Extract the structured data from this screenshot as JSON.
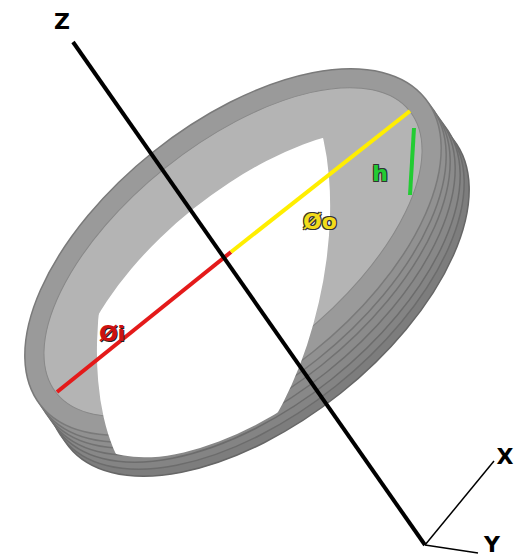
{
  "diagram": {
    "labels": [
      "Z",
      "Øi",
      "Øo",
      "h",
      "X",
      "Y"
    ]
  }
}
